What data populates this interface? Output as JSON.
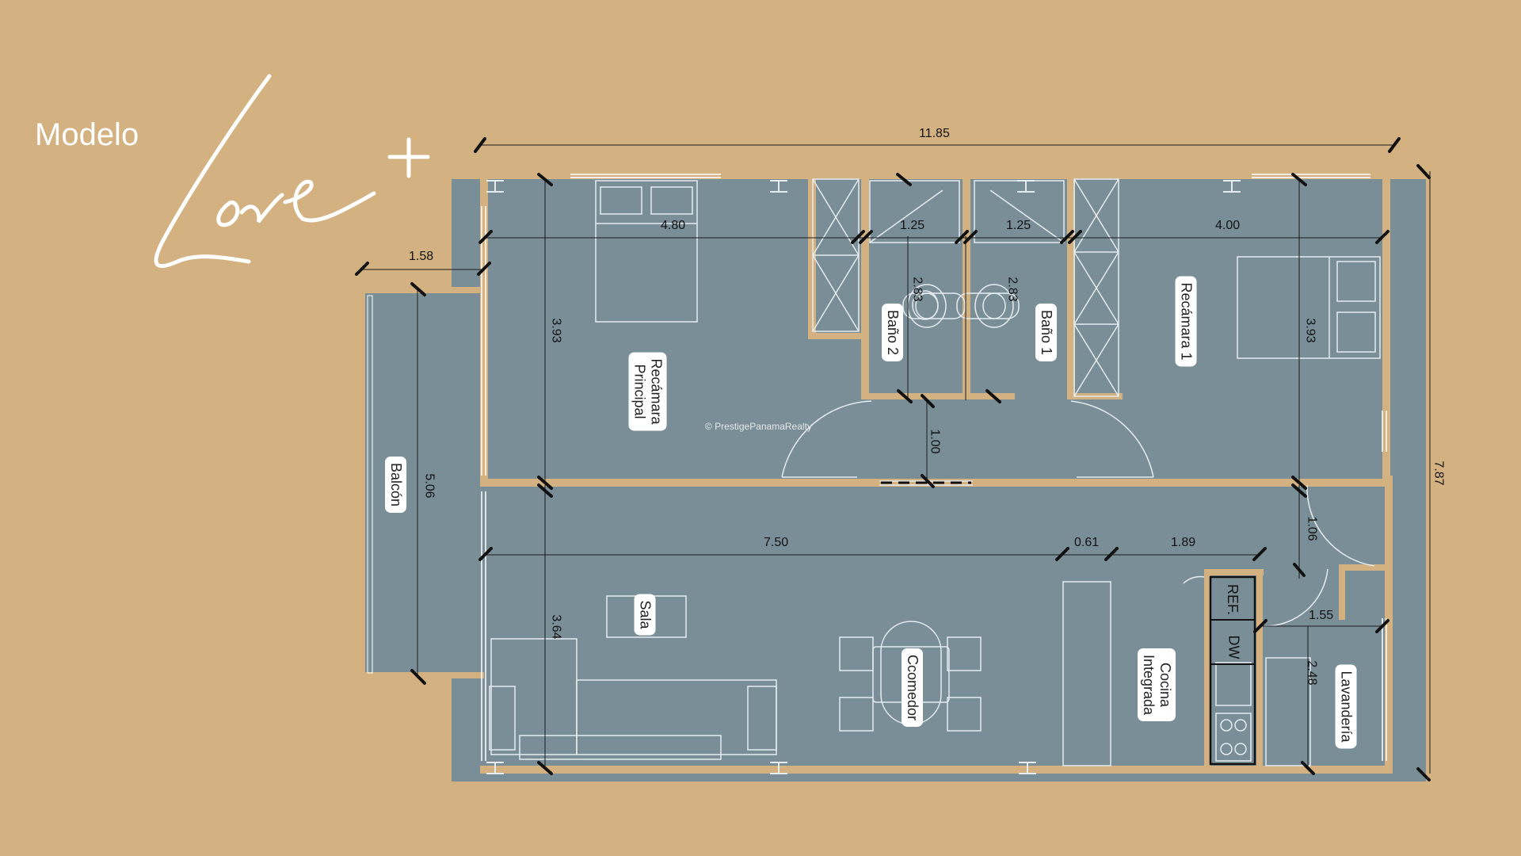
{
  "branding": {
    "model_prefix": "Modelo",
    "model_name_script": "Love",
    "model_name_plus": "+",
    "copyright": "© PrestigePanamaRealty"
  },
  "colors": {
    "background": "#d3b180",
    "floor": "#7a8e98",
    "wall": "#d3b180",
    "line": "#ffffff",
    "label_bg": "#ffffff"
  },
  "rooms": {
    "recamara_principal": "Recámara\nPrincipal",
    "bano_2": "Baño 2",
    "bano_1": "Baño 1",
    "recamara_1": "Recámara 1",
    "balcon": "Balcón",
    "sala": "Sala",
    "comedor": "Ccomedor",
    "cocina": "Cocina\nIntegrada",
    "lavanderia": "Lavandería",
    "ref": "REF.",
    "dw": "DW"
  },
  "dimensions": {
    "total_width": "11.85",
    "total_depth": "7.87",
    "recamara_principal_width": "4.80",
    "recamara_principal_depth": "3.93",
    "bano_2_width": "1.25",
    "bano_2_depth": "2.83",
    "bano_1_width": "1.25",
    "bano_1_depth": "2.83",
    "recamara_1_width": "4.00",
    "recamara_1_depth": "3.93",
    "balcon_width": "1.58",
    "balcon_depth": "5.06",
    "hall_width": "1.00",
    "sala_width": "7.50",
    "sala_depth": "3.64",
    "cocina_gap": "0.61",
    "cocina_width": "1.89",
    "lavanderia_door": "1.06",
    "lavanderia_width": "1.55",
    "lavanderia_depth": "2.48"
  }
}
